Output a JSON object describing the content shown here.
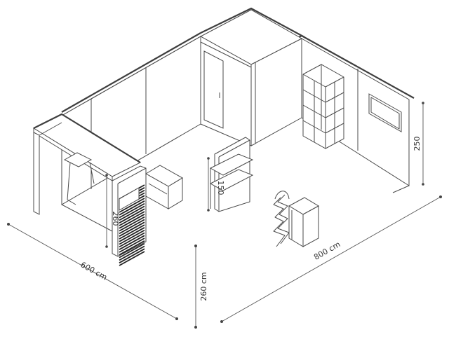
{
  "dimensions": {
    "width_label": "600 cm",
    "length_label": "800 cm",
    "height_label": "260 cm",
    "column_height_label": "260",
    "wall_height_label": "250",
    "shelf_height_label": "150"
  }
}
